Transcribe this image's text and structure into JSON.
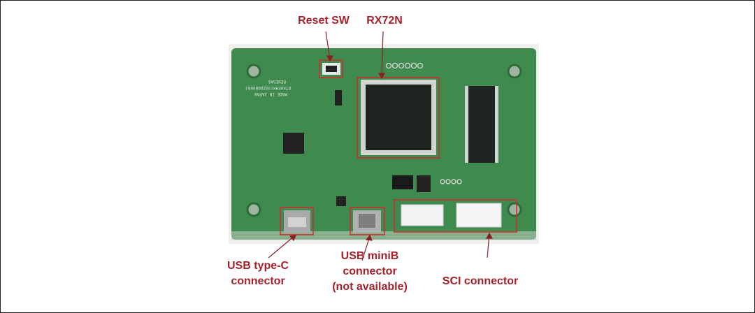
{
  "labels": {
    "reset_sw": "Reset SW",
    "mcu": "RX72N",
    "usb_c": [
      "USB type-C",
      "connector"
    ],
    "usb_minib": [
      "USB miniB",
      "connector",
      "(not available)"
    ],
    "sci": "SCI connector"
  },
  "board_silkscreen": [
    "MADE IN JAPAN",
    "RTK0EMXC30Z00000BJ",
    "RENESAS"
  ],
  "colors": {
    "annotation": "#a5222a",
    "board": "#3f8a4e"
  }
}
